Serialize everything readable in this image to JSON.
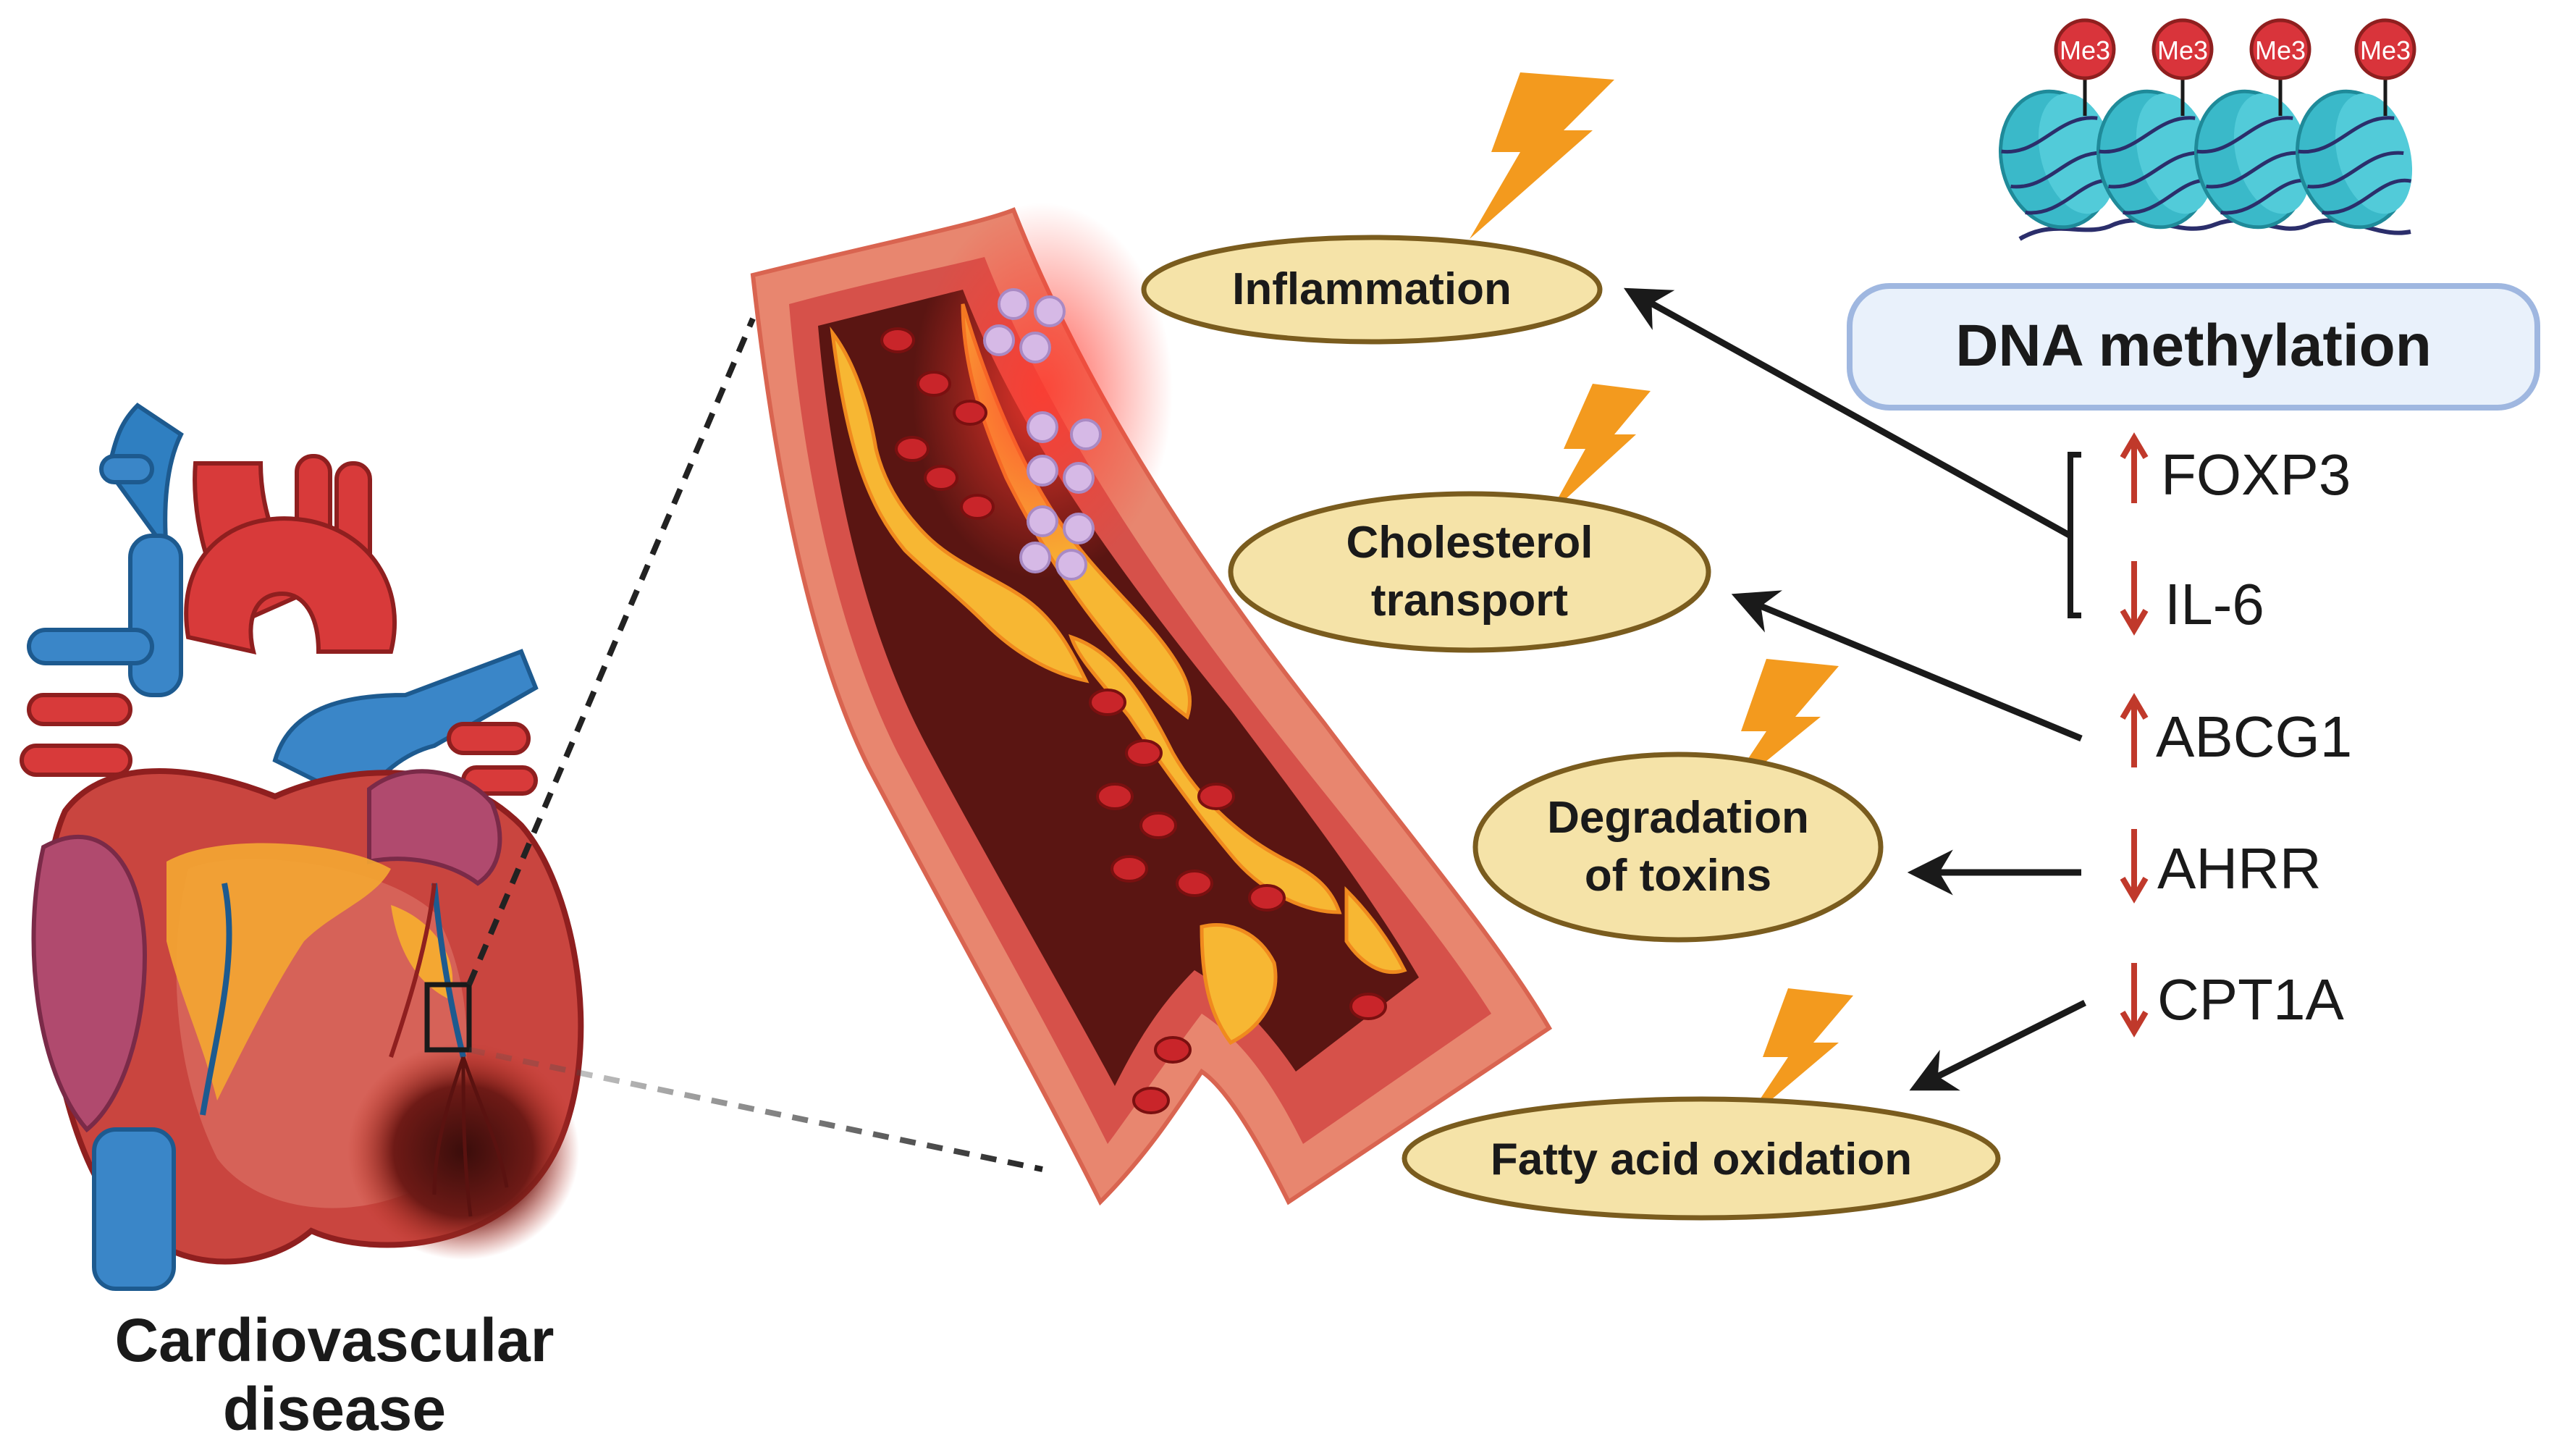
{
  "heart": {
    "caption_line1": "Cardiovascular",
    "caption_line2": "disease"
  },
  "effects": [
    {
      "line1": "Inflammation",
      "line2": ""
    },
    {
      "line1": "Cholesterol",
      "line2": "transport"
    },
    {
      "line1": "Degradation",
      "line2": "of toxins"
    },
    {
      "line1": "Fatty acid oxidation",
      "line2": ""
    }
  ],
  "methylation": {
    "title": "DNA methylation",
    "mark_label": "Me3"
  },
  "genes": [
    {
      "name": "FOXP3",
      "direction": "up"
    },
    {
      "name": "IL-6",
      "direction": "down"
    },
    {
      "name": "ABCG1",
      "direction": "up"
    },
    {
      "name": "AHRR",
      "direction": "down"
    },
    {
      "name": "CPT1A",
      "direction": "down"
    }
  ],
  "colors": {
    "ellipse_fill": "#f5e3a8",
    "ellipse_stroke": "#7a5c1e",
    "bolt": "#f39a1e",
    "arrow_up_down": "#c0392b",
    "histone": "#3ab9c9",
    "me3_ball": "#d9343b",
    "box_fill": "#e9f1fb",
    "box_stroke": "#9fb7e0"
  }
}
